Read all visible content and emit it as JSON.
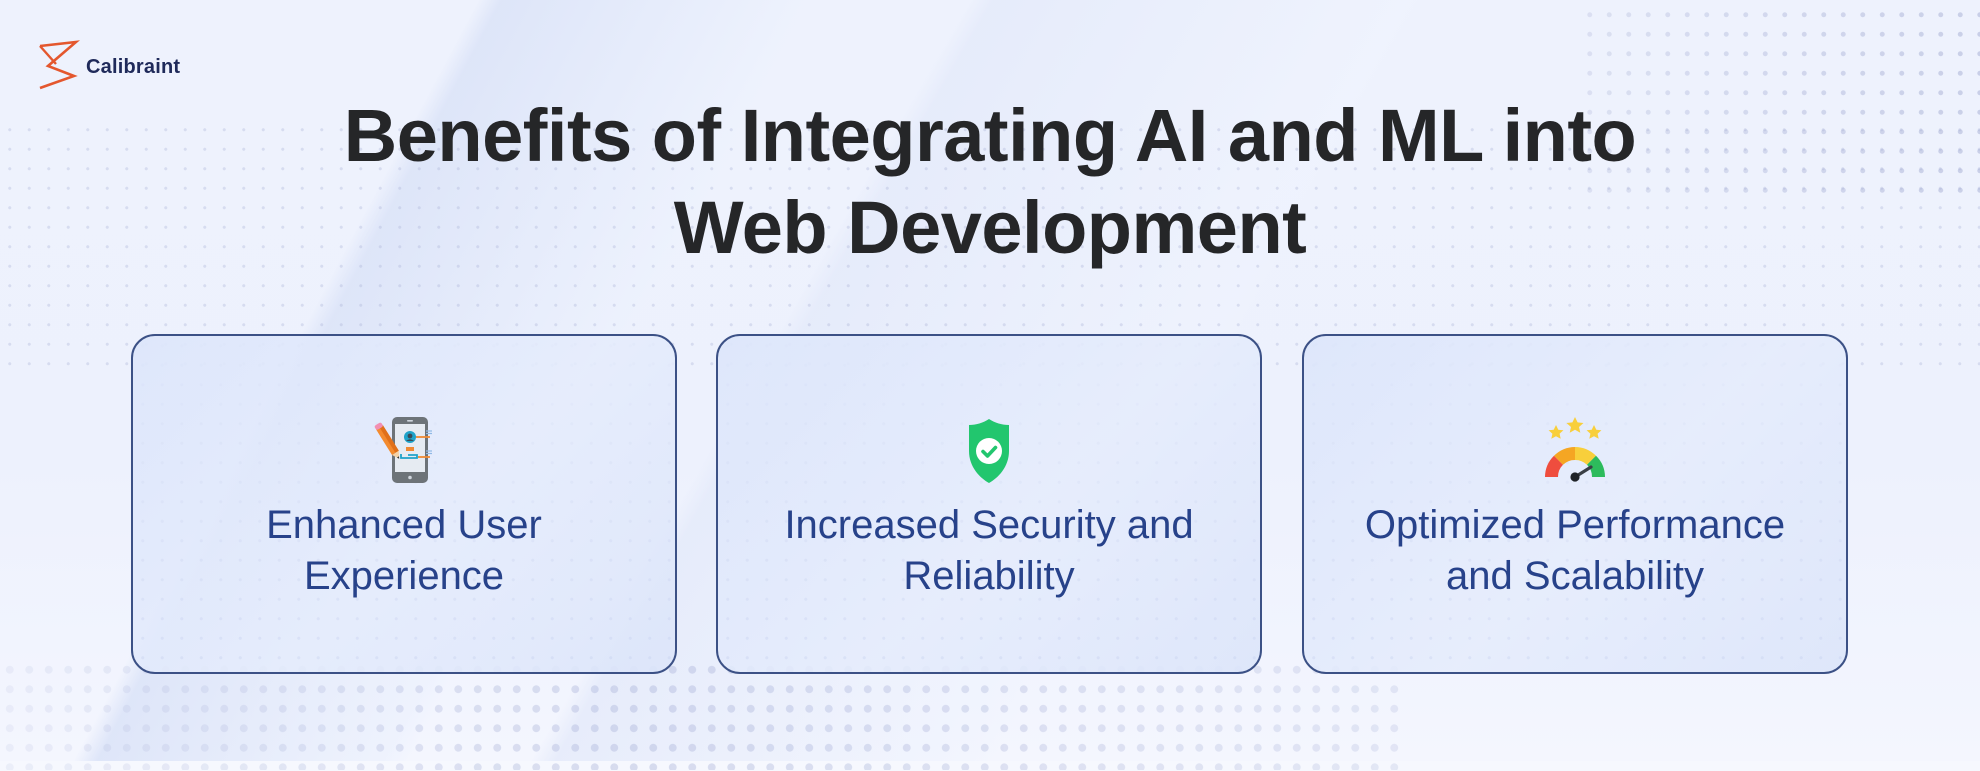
{
  "brand": {
    "name": "Calibraint",
    "logo_icon": "calibraint-z-logo-icon",
    "logo_color": "#e4572e"
  },
  "title": {
    "line1": "Benefits of Integrating AI and ML into",
    "line2": "Web Development"
  },
  "cards": [
    {
      "icon": "mobile-ux-design-icon",
      "label_line1": "Enhanced User",
      "label_line2": "Experience"
    },
    {
      "icon": "shield-check-icon",
      "label_line1": "Increased Security and",
      "label_line2": "Reliability"
    },
    {
      "icon": "speedometer-stars-icon",
      "label_line1": "Optimized Performance",
      "label_line2": "and Scalability"
    }
  ],
  "colors": {
    "title": "#252628",
    "card_text": "#27428a",
    "card_border": "#3c5186",
    "background": "#eef2fd",
    "shield_green": "#22c66e"
  }
}
